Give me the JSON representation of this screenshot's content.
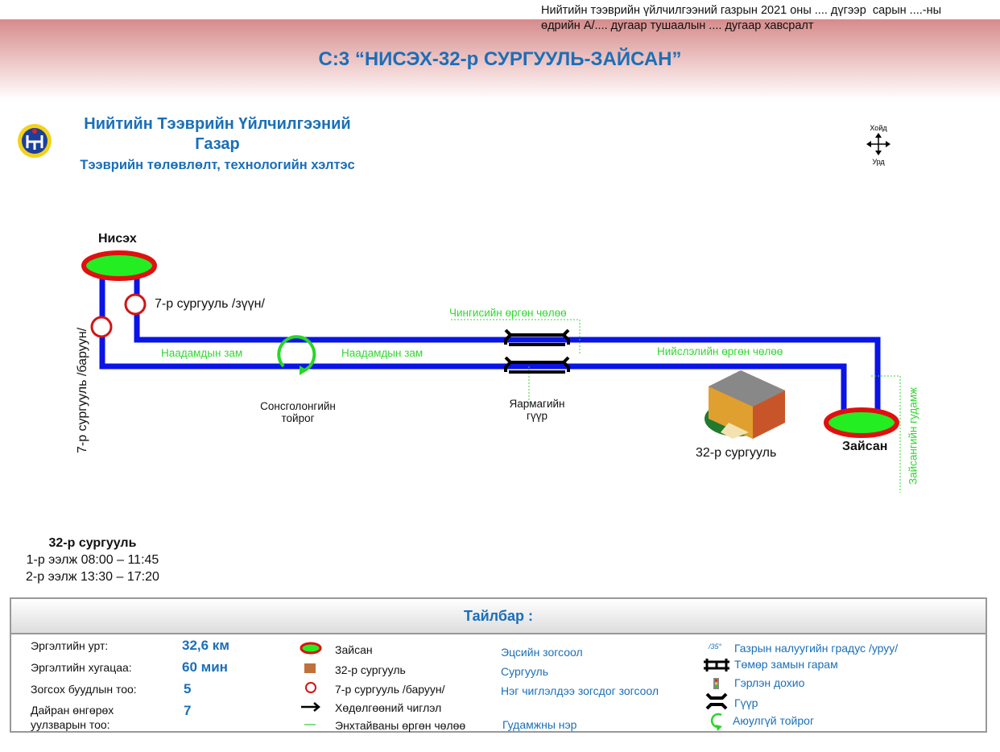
{
  "header": {
    "order_note_line1": "Нийтийн тээврийн үйлчилгээний газрын 2021 оны .... дүгээр  сарын ....-ны",
    "order_note_line2": "өдрийн А/.... дугаар тушаалын .... дугаар хавсралт",
    "route_title": "С:3 “НИСЭХ-32-р СУРГУУЛЬ-ЗАЙСАН”"
  },
  "organization": {
    "name_line1": "Нийтийн Тээврийн Үйлчилгээний",
    "name_line2": "Газар",
    "department": "Тээврийн төлөвлөлт, технологийн хэлтэс"
  },
  "compass": {
    "north": "Хойд",
    "south": "Урд"
  },
  "map": {
    "start_terminal": "Нисэх",
    "end_terminal": "Зайсан",
    "stop_east": "7-р сургууль /зүүн/",
    "stop_west": "7-р сургууль /баруун/",
    "roundabout": "Сонсголонгийн\nтойрог",
    "bridge": "Яармагийн\nгүүр",
    "school": "32-р сургууль",
    "streets": {
      "naadam1": "Наадамдын зам",
      "naadam2": "Наадамдын зам",
      "chinggis": "Чингисийн өргөн чөлөө",
      "niislel": "Нийслэлийн өргөн чөлөө",
      "zaisan": "Зайсангийн гудамж"
    },
    "colors": {
      "route": "#0a14e6",
      "terminal_fill": "#22ee22",
      "terminal_border": "#e01010",
      "street_label": "#33d633"
    }
  },
  "schedule": {
    "title": "32-р сургууль",
    "shift1": "1-р ээлж 08:00 – 11:45",
    "shift2": "2-р ээлж 13:30 – 17:20"
  },
  "legend": {
    "title": "Тайлбар :",
    "stats": [
      {
        "label": "Эргэлтийн урт:",
        "value": "32,6 км"
      },
      {
        "label": "Эргэлтийн хугацаа:",
        "value": "60 мин"
      },
      {
        "label": "Зогсох буудлын тоо:",
        "value": "5"
      },
      {
        "label": "Дайран өнгөрөх\nуулзварын тоо:",
        "value": "7"
      }
    ],
    "symbols": [
      {
        "icon": "terminal-ellipse-icon",
        "label": "Зайсан",
        "meaning": "Эцсийн зогсоол"
      },
      {
        "icon": "school-building-icon",
        "label": "32-р сургууль",
        "meaning": "Сургууль"
      },
      {
        "icon": "stop-circle-icon",
        "label": "7-р сургууль /баруун/",
        "meaning": "Нэг чиглэлдээ зогсдог зогсоол"
      },
      {
        "icon": "arrow-right-icon",
        "label": "Хөдөлгөөний чиглэл",
        "meaning": ""
      },
      {
        "icon": "green-line-icon",
        "label": "Энхтайваны өргөн чөлөө",
        "meaning": "Гудамжны нэр"
      }
    ],
    "symbols2": [
      {
        "icon": "slope-degree-icon",
        "glyph": "/35°",
        "label": "Газрын налуугийн градус /уруу/"
      },
      {
        "icon": "railway-crossing-icon",
        "label": "Төмөр замын гарам"
      },
      {
        "icon": "traffic-light-icon",
        "label": "Гэрлэн дохио"
      },
      {
        "icon": "bridge-icon",
        "label": "Гүүр"
      },
      {
        "icon": "roundabout-icon",
        "label": "Аюулгүй тойрог"
      }
    ]
  }
}
